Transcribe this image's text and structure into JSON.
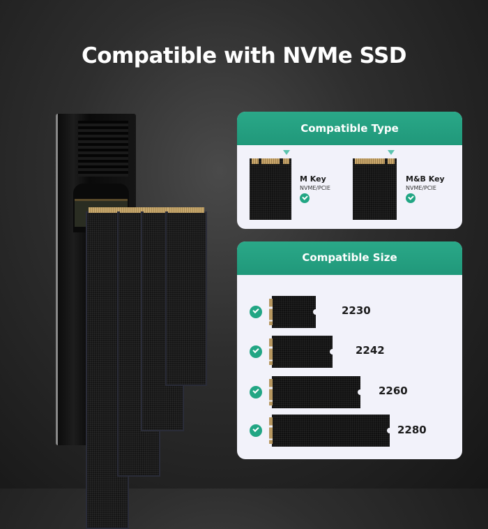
{
  "title": "Compatible with NVMe SSD",
  "compatible_type": {
    "header": "Compatible Type",
    "items": [
      {
        "label": "M Key",
        "sub": "NVME/PCIE",
        "icon": "check-circle-icon"
      },
      {
        "label": "M&B Key",
        "sub": "NVME/PCIE",
        "icon": "check-circle-icon"
      }
    ]
  },
  "compatible_size": {
    "header": "Compatible Size",
    "items": [
      {
        "label": "2230",
        "icon": "check-circle-icon"
      },
      {
        "label": "2242",
        "icon": "check-circle-icon"
      },
      {
        "label": "2260",
        "icon": "check-circle-icon"
      },
      {
        "label": "2280",
        "icon": "check-circle-icon"
      }
    ]
  },
  "colors": {
    "accent": "#22a684",
    "card_bg": "#f2f2fa",
    "background": "#2e2e2e"
  }
}
